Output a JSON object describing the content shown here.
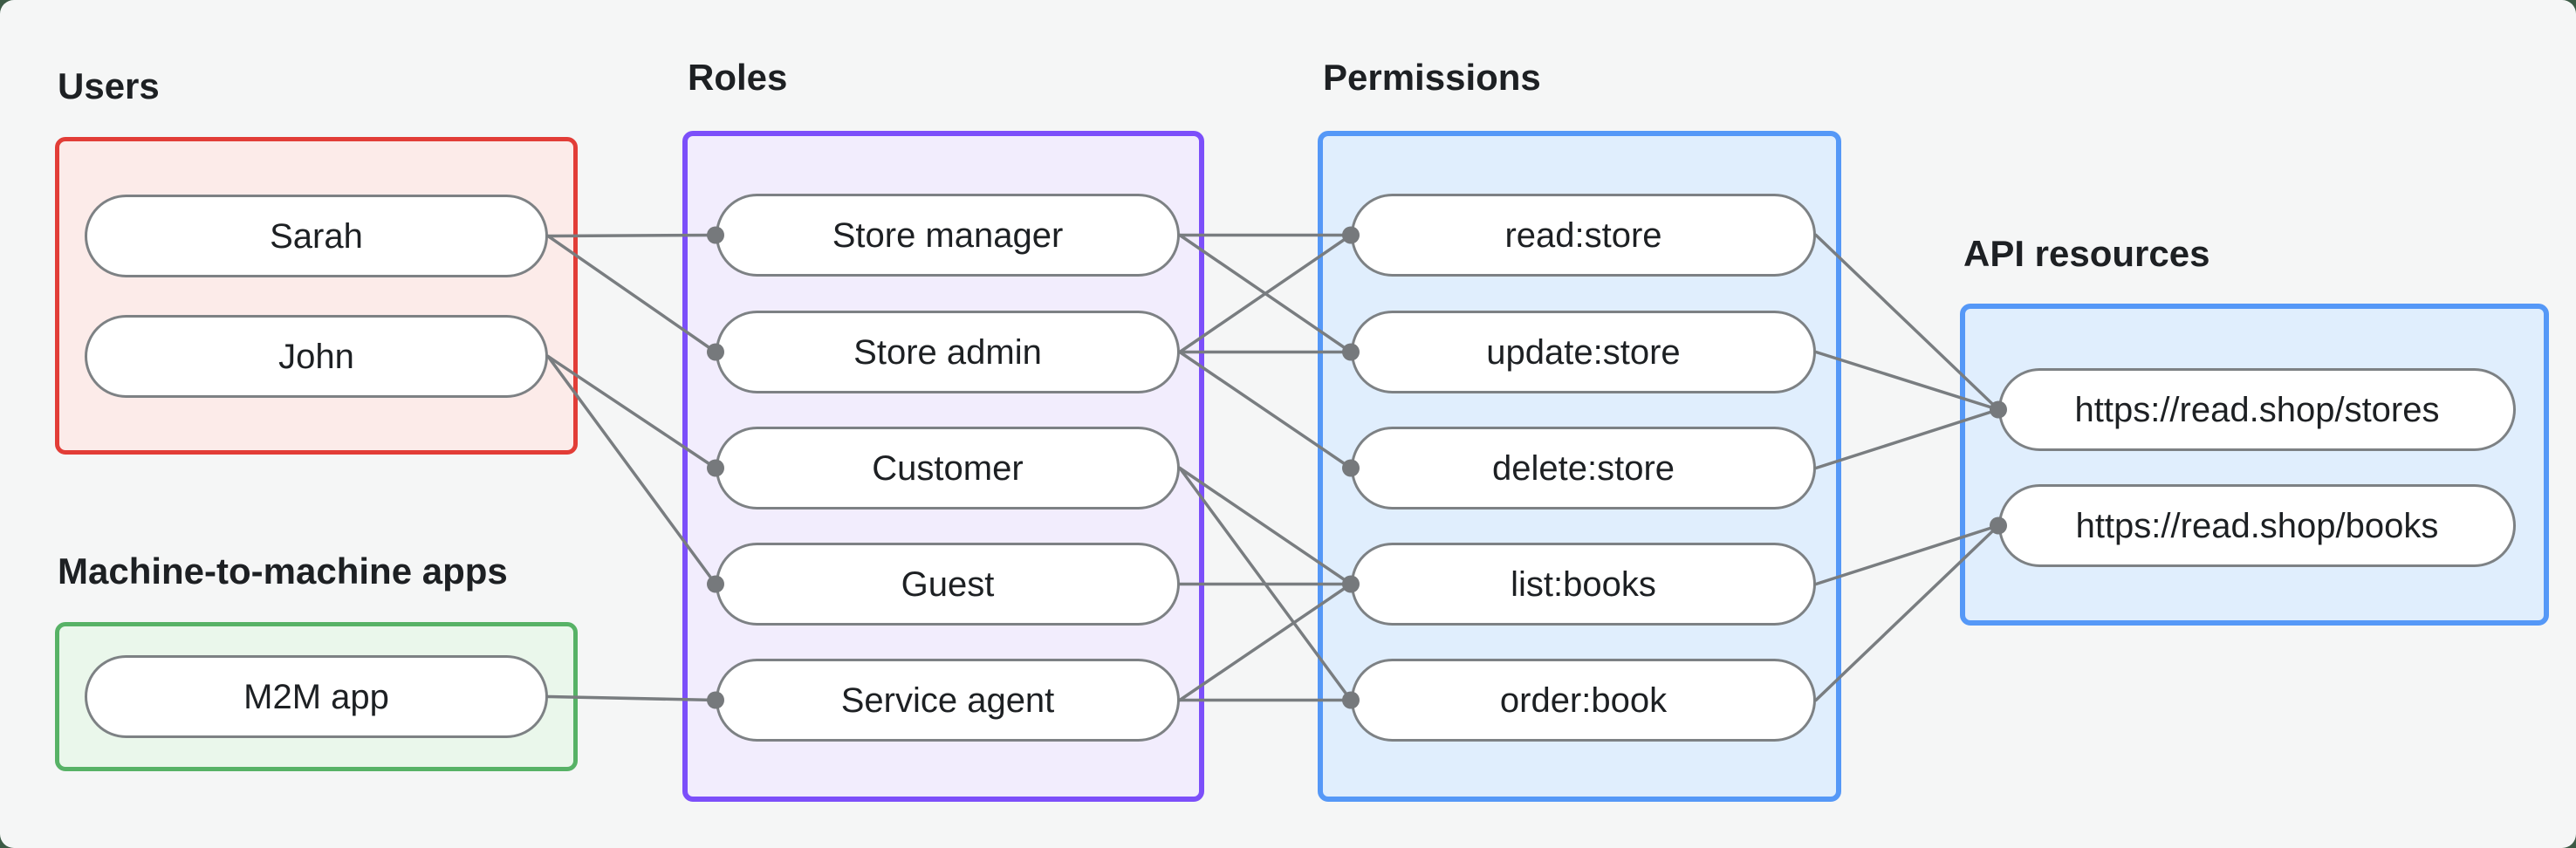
{
  "diagram": {
    "colors": {
      "canvas_bg": "#f5f6f6",
      "backdrop": "#3c5a45",
      "text": "#1d2023",
      "node_border": "#7d8184",
      "edge": "#797d80",
      "dot": "#76797c"
    },
    "groups": [
      {
        "id": "users",
        "title": "Users",
        "border_color": "#e23d37",
        "fill_color": "#fcebe9",
        "nodes": [
          {
            "id": "sarah",
            "label": "Sarah"
          },
          {
            "id": "john",
            "label": "John"
          }
        ]
      },
      {
        "id": "m2m",
        "title": "Machine-to-machine apps",
        "border_color": "#57b266",
        "fill_color": "#eaf7eb",
        "nodes": [
          {
            "id": "m2m-app",
            "label": "M2M app"
          }
        ]
      },
      {
        "id": "roles",
        "title": "Roles",
        "border_color": "#7c4ffa",
        "fill_color": "#f2edfd",
        "nodes": [
          {
            "id": "store-manager",
            "label": "Store manager"
          },
          {
            "id": "store-admin",
            "label": "Store admin"
          },
          {
            "id": "customer",
            "label": "Customer"
          },
          {
            "id": "guest",
            "label": "Guest"
          },
          {
            "id": "service-agent",
            "label": "Service agent"
          }
        ]
      },
      {
        "id": "permissions",
        "title": "Permissions",
        "border_color": "#5598f7",
        "fill_color": "#e0eefd",
        "nodes": [
          {
            "id": "read-store",
            "label": "read:store"
          },
          {
            "id": "update-store",
            "label": "update:store"
          },
          {
            "id": "delete-store",
            "label": "delete:store"
          },
          {
            "id": "list-books",
            "label": "list:books"
          },
          {
            "id": "order-book",
            "label": "order:book"
          }
        ]
      },
      {
        "id": "api",
        "title": "API resources",
        "border_color": "#5598f7",
        "fill_color": "#e0eefd",
        "nodes": [
          {
            "id": "stores",
            "label": "https://read.shop/stores"
          },
          {
            "id": "books",
            "label": "https://read.shop/books"
          }
        ]
      }
    ],
    "edges": [
      {
        "from": "sarah",
        "to": "store-manager"
      },
      {
        "from": "sarah",
        "to": "store-admin"
      },
      {
        "from": "john",
        "to": "customer"
      },
      {
        "from": "john",
        "to": "guest"
      },
      {
        "from": "m2m-app",
        "to": "service-agent"
      },
      {
        "from": "store-manager",
        "to": "read-store"
      },
      {
        "from": "store-manager",
        "to": "update-store"
      },
      {
        "from": "store-admin",
        "to": "read-store"
      },
      {
        "from": "store-admin",
        "to": "update-store"
      },
      {
        "from": "store-admin",
        "to": "delete-store"
      },
      {
        "from": "customer",
        "to": "list-books"
      },
      {
        "from": "customer",
        "to": "order-book"
      },
      {
        "from": "guest",
        "to": "list-books"
      },
      {
        "from": "service-agent",
        "to": "list-books"
      },
      {
        "from": "service-agent",
        "to": "order-book"
      },
      {
        "from": "read-store",
        "to": "stores"
      },
      {
        "from": "update-store",
        "to": "stores"
      },
      {
        "from": "delete-store",
        "to": "stores"
      },
      {
        "from": "list-books",
        "to": "books"
      },
      {
        "from": "order-book",
        "to": "books"
      }
    ]
  }
}
